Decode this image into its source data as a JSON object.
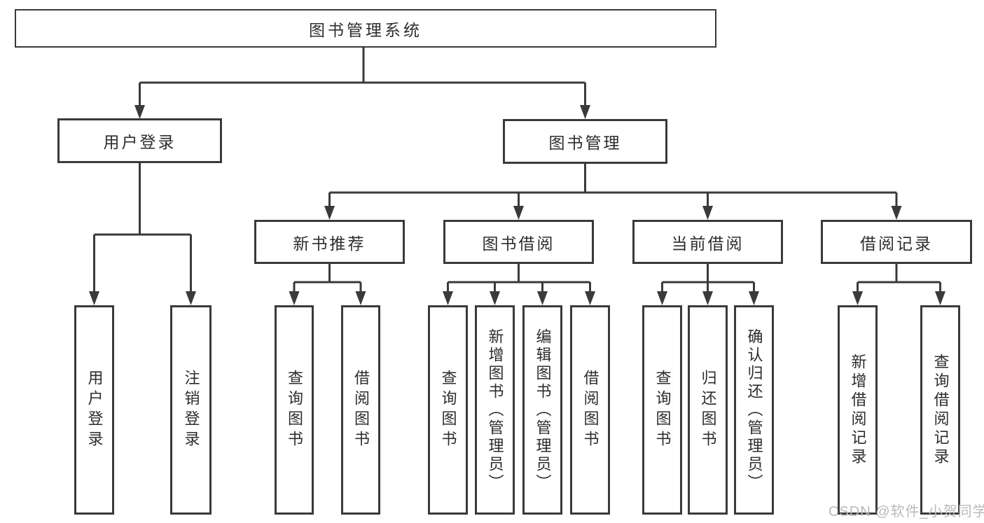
{
  "diagram": {
    "root": {
      "label": "图书管理系统"
    },
    "level2": {
      "user_login": {
        "label": "用户登录"
      },
      "book_management": {
        "label": "图书管理"
      }
    },
    "level3": {
      "new_book_recommend": {
        "label": "新书推荐"
      },
      "book_borrowing": {
        "label": "图书借阅"
      },
      "current_borrowing": {
        "label": "当前借阅"
      },
      "borrowing_records": {
        "label": "借阅记录"
      }
    },
    "leaves": {
      "user_login_leaf": {
        "label": "用户登录"
      },
      "logout": {
        "label": "注销登录"
      },
      "nbr_query_books": {
        "label": "查询图书"
      },
      "nbr_borrow_books": {
        "label": "借阅图书"
      },
      "bb_query_books": {
        "label": "查询图书"
      },
      "bb_add_books": {
        "label": "新增图书（管理员）"
      },
      "bb_edit_books": {
        "label": "编辑图书（管理员）"
      },
      "bb_borrow_books": {
        "label": "借阅图书"
      },
      "cb_query_books": {
        "label": "查询图书"
      },
      "cb_return_books": {
        "label": "归还图书"
      },
      "cb_confirm_return": {
        "label": "确认归还（管理员）"
      },
      "br_add_record": {
        "label": "新增借阅记录"
      },
      "br_query_record": {
        "label": "查询借阅记录"
      }
    }
  },
  "watermark": {
    "text": "CSDN @软件_小贺同学"
  },
  "colors": {
    "line": "#3a3a3a",
    "text": "#2d2d2d",
    "watermark": "#b9b9b9",
    "background": "#ffffff"
  }
}
